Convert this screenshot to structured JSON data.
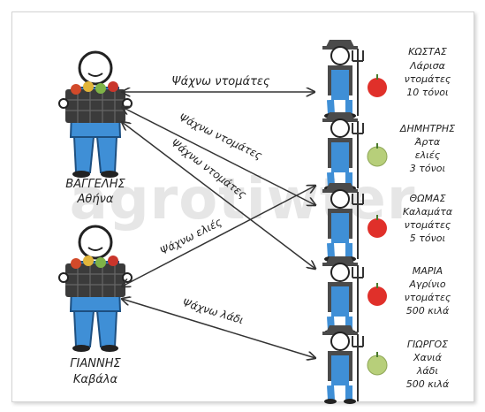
{
  "watermark": "agrotiwter",
  "buyers": [
    {
      "name": "ΒΑΓΓΕΛΗΣ",
      "city": "Αθήνα"
    },
    {
      "name": "ΓΙΑΝΝΗΣ",
      "city": "Καβάλα"
    }
  ],
  "farmers": [
    {
      "name": "ΚΩΣΤΑΣ",
      "city": "Λάρισα",
      "product": "ντομάτες",
      "qty": "10 τόνοι",
      "fruit": "tomato"
    },
    {
      "name": "ΔΗΜΗΤΡΗΣ",
      "city": "Άρτα",
      "product": "ελιές",
      "qty": "3 τόνοι",
      "fruit": "olive"
    },
    {
      "name": "ΘΩΜΑΣ",
      "city": "Καλαμάτα",
      "product": "ντομάτες",
      "qty": "5 τόνοι",
      "fruit": "tomato"
    },
    {
      "name": "ΜΑΡΙΑ",
      "city": "Αγρίνιο",
      "product": "ντομάτες",
      "qty": "500 κιλά",
      "fruit": "tomato"
    },
    {
      "name": "ΓΙΩΡΓΟΣ",
      "city": "Χανιά",
      "product": "λάδι",
      "qty": "500 κιλά",
      "fruit": "olive"
    }
  ],
  "arrows": [
    {
      "label": "Ψάχνω ντομάτες"
    },
    {
      "label": "Ψάχνω ντομάτες"
    },
    {
      "label": "Ψάχνω ντομάτες"
    },
    {
      "label": "Ψάχνω ελιές"
    },
    {
      "label": "Ψάχνω λάδι"
    }
  ],
  "colors": {
    "shirt": "#3f8fd6",
    "pants": "#3f8fd6",
    "crate": "#3b3b3b",
    "farmer_body": "#4a4a4a",
    "overalls": "#3f8fd6",
    "tomato": "#e0302a",
    "olive": "#b7cf7a",
    "arrow": "#333333",
    "watermark": "#e6e6e6"
  }
}
